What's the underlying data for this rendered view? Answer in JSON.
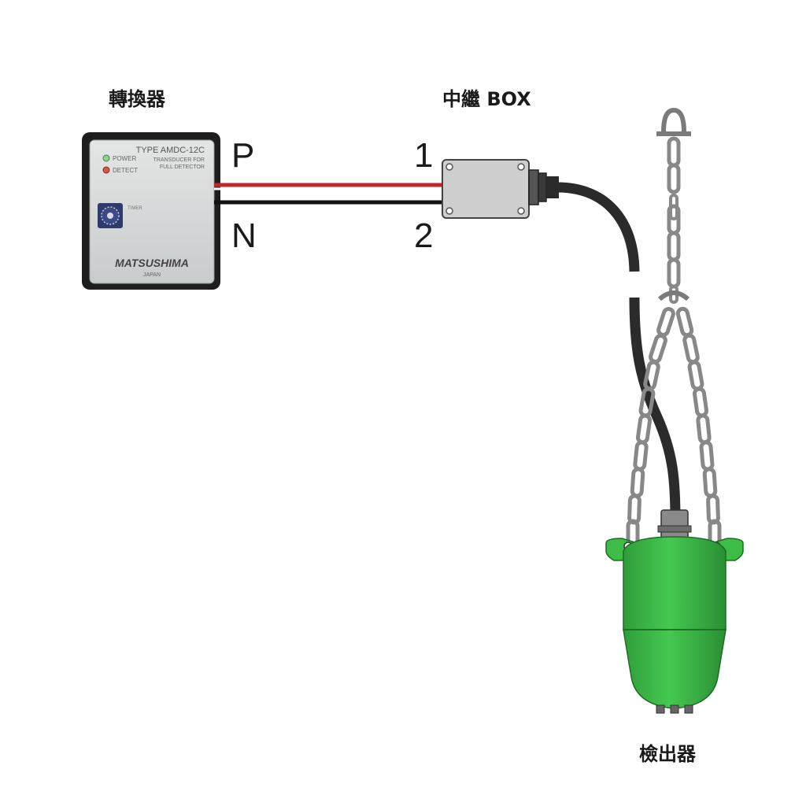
{
  "labels": {
    "converter": "轉換器",
    "relay_box": "中繼 BOX",
    "detector": "檢出器"
  },
  "terminals": {
    "p": "P",
    "n": "N",
    "one": "1",
    "two": "2"
  },
  "converter_panel": {
    "type_line": "TYPE AMDC-12C",
    "subtitle_1": "TRANSDUCER FOR",
    "subtitle_2": "FULL DETECTOR",
    "power_label": "POWER",
    "detect_label": "DETECT",
    "timer_label": "TIMER",
    "brand": "MATSUSHIMA",
    "country": "JAPAN"
  },
  "colors": {
    "wire_p": "#c0272d",
    "wire_n": "#111111",
    "detector_body": "#3dbd47",
    "relay_box": "#cfcfcf",
    "converter_body": "#d6d8d8"
  }
}
